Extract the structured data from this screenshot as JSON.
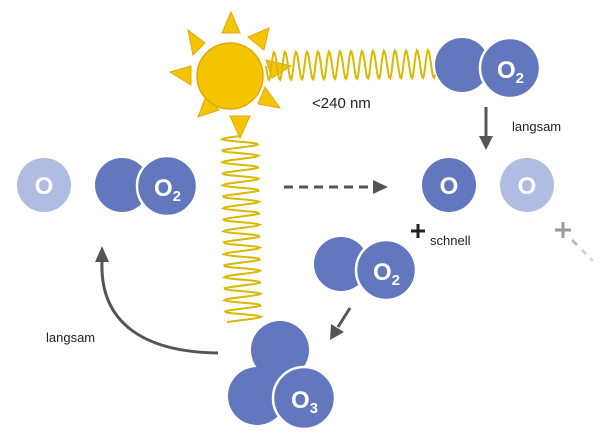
{
  "diagram": {
    "wavelength_label": "<240 nm",
    "slow_label_top": "langsam",
    "fast_label": "schnell",
    "slow_label_left": "langsam",
    "molecules": {
      "o2_top": {
        "base": "O",
        "sub": "2"
      },
      "o_atom_left": {
        "base": "O"
      },
      "o2_left": {
        "base": "O",
        "sub": "2"
      },
      "o_atom_mid": {
        "base": "O"
      },
      "o_atom_right": {
        "base": "O"
      },
      "o2_mid": {
        "base": "O",
        "sub": "2"
      },
      "o3_bottom": {
        "base": "O",
        "sub": "3"
      }
    },
    "colors": {
      "molecule_dark": "#6377be",
      "molecule_light": "#b0bce2",
      "sun": "#f5c400",
      "wave": "#d9b800",
      "arrow": "#555555"
    }
  }
}
